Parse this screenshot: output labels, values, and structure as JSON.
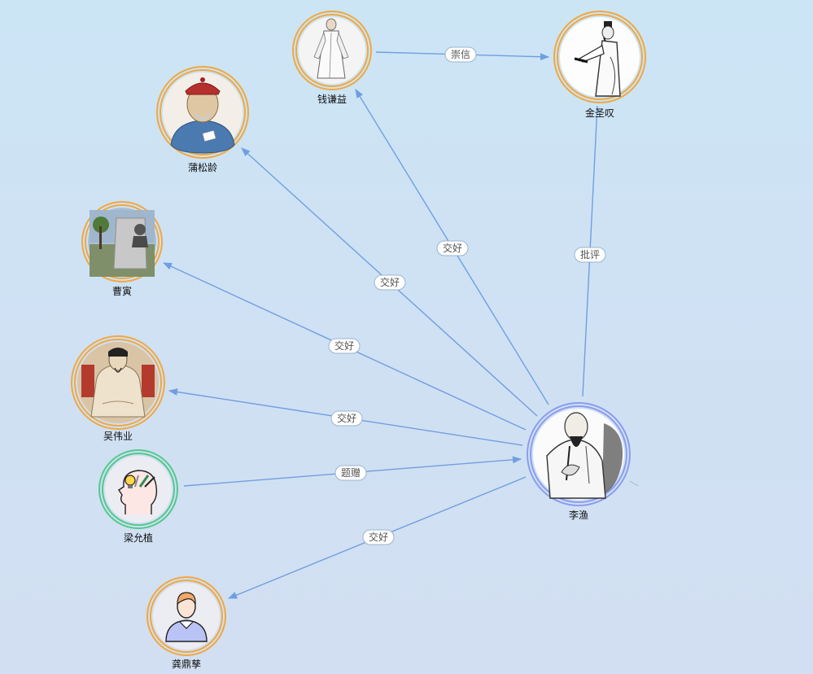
{
  "colors": {
    "edge": "#6f9fe0",
    "ring_orange": "#f0a840",
    "ring_green": "#52c98a",
    "ring_blue": "#8a9cf0"
  },
  "nodes": [
    {
      "id": "qian",
      "name": "钱谦益",
      "icon": "portrait-standing-robe-icon",
      "ring": "orange"
    },
    {
      "id": "jin",
      "name": "金圣叹",
      "icon": "portrait-ink-scholar-icon",
      "ring": "orange"
    },
    {
      "id": "pu",
      "name": "蒲松龄",
      "icon": "portrait-red-hat-official-icon",
      "ring": "orange"
    },
    {
      "id": "cao",
      "name": "曹寅",
      "icon": "photo-statue-monument-icon",
      "ring": "orange"
    },
    {
      "id": "wu",
      "name": "吴伟业",
      "icon": "portrait-seated-scholar-icon",
      "ring": "orange"
    },
    {
      "id": "liang",
      "name": "梁允植",
      "icon": "head-ideas-icon",
      "ring": "green"
    },
    {
      "id": "gong",
      "name": "龚鼎孳",
      "icon": "person-avatar-icon",
      "ring": "orange"
    },
    {
      "id": "li",
      "name": "李渔",
      "icon": "portrait-ink-bald-scholar-icon",
      "ring": "blue"
    }
  ],
  "edges": [
    {
      "from": "qian",
      "to": "jin",
      "label": "崇信"
    },
    {
      "from": "li",
      "to": "qian",
      "label": "交好"
    },
    {
      "from": "li",
      "to": "pu",
      "label": "交好"
    },
    {
      "from": "li",
      "to": "cao",
      "label": "交好"
    },
    {
      "from": "li",
      "to": "wu",
      "label": "交好"
    },
    {
      "from": "liang",
      "to": "li",
      "label": "题赠"
    },
    {
      "from": "li",
      "to": "gong",
      "label": "交好"
    },
    {
      "from": "li",
      "to": "jin",
      "label": "批评"
    }
  ]
}
